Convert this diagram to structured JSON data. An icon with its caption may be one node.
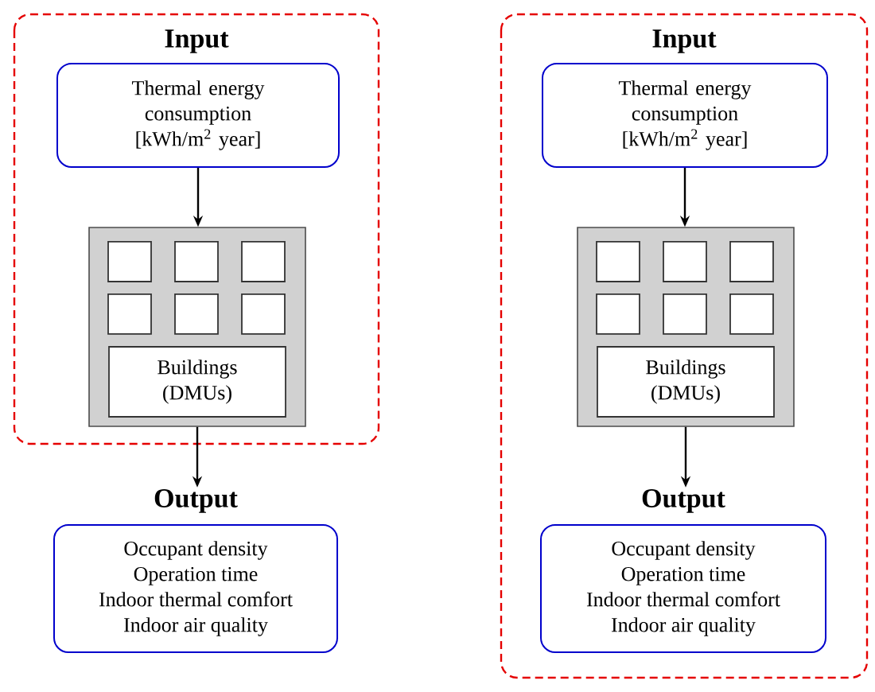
{
  "diagram": {
    "nodes": [
      {
        "text": [
          "Input"
        ]
      },
      {
        "text": [
          "Thermal energy consumption [kWh/m$^{2}$ year]"
        ],
        "in": 0
      },
      {
        "text": [
          "Buildings (DMUs)"
        ],
        "in": 0
      },
      {
        "text": [
          "Output",
          "Occupant density",
          "Operation time",
          "Indoor thermal comfort",
          "Indoor air quality"
        ]
      },
      {
        "text": [
          "Input"
        ]
      },
      {
        "text": [
          "Thermal energy consumption [kWh/m$^{2}$ year]"
        ],
        "in": 4
      },
      {
        "text": [
          "Buildings (DMUs)"
        ],
        "in": 4
      },
      {
        "text": [
          "Output",
          "Occupant density",
          "Operation time",
          "Indoor thermal comfort",
          "Indoor air quality"
        ],
        "in": 4
      }
    ],
    "edges": [
      {
        "from": 1,
        "to": 2,
        "arrow": "to"
      },
      {
        "from": 2,
        "to": 3,
        "arrow": "to"
      },
      {
        "from": 5,
        "to": 6,
        "arrow": "to"
      },
      {
        "from": 6,
        "to": 7,
        "arrow": "to"
      }
    ]
  }
}
